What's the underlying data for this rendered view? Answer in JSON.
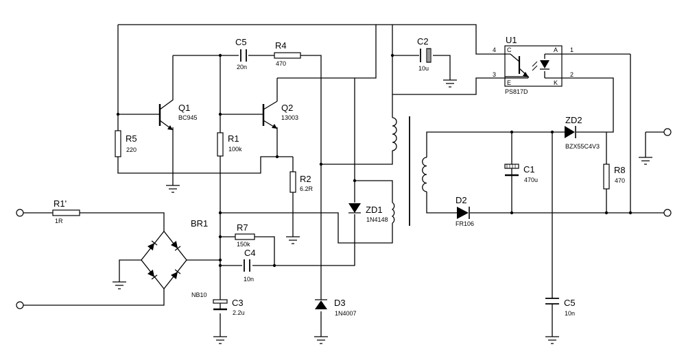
{
  "components": {
    "R1p": {
      "ref": "R1'",
      "value": "1R"
    },
    "BR1": {
      "ref": "BR1",
      "value": "NB10"
    },
    "R5": {
      "ref": "R5",
      "value": "220"
    },
    "Q1": {
      "ref": "Q1",
      "value": "BC945"
    },
    "R1": {
      "ref": "R1",
      "value": "100k"
    },
    "Q2": {
      "ref": "Q2",
      "value": "13003"
    },
    "R2": {
      "ref": "R2",
      "value": "6.2R"
    },
    "C5a": {
      "ref": "C5",
      "value": "20n"
    },
    "R4": {
      "ref": "R4",
      "value": "470"
    },
    "R7": {
      "ref": "R7",
      "value": "150k"
    },
    "C4": {
      "ref": "C4",
      "value": "10n"
    },
    "C3": {
      "ref": "C3",
      "value": "2.2u"
    },
    "D3": {
      "ref": "D3",
      "value": "1N4007"
    },
    "ZD1": {
      "ref": "ZD1",
      "value": "1N4148"
    },
    "C2": {
      "ref": "C2",
      "value": "10u"
    },
    "U1": {
      "ref": "U1",
      "value": "PS817D"
    },
    "C1": {
      "ref": "C1",
      "value": "470u"
    },
    "D2": {
      "ref": "D2",
      "value": "FR106"
    },
    "ZD2": {
      "ref": "ZD2",
      "value": "BZX55C4V3"
    },
    "R8": {
      "ref": "R8",
      "value": "470"
    },
    "C5b": {
      "ref": "C5",
      "value": "10n"
    }
  },
  "u1_pins": {
    "p1": "1",
    "p2": "2",
    "p3": "3",
    "p4": "4",
    "a": "A",
    "k": "K",
    "c": "C",
    "e": "E"
  }
}
